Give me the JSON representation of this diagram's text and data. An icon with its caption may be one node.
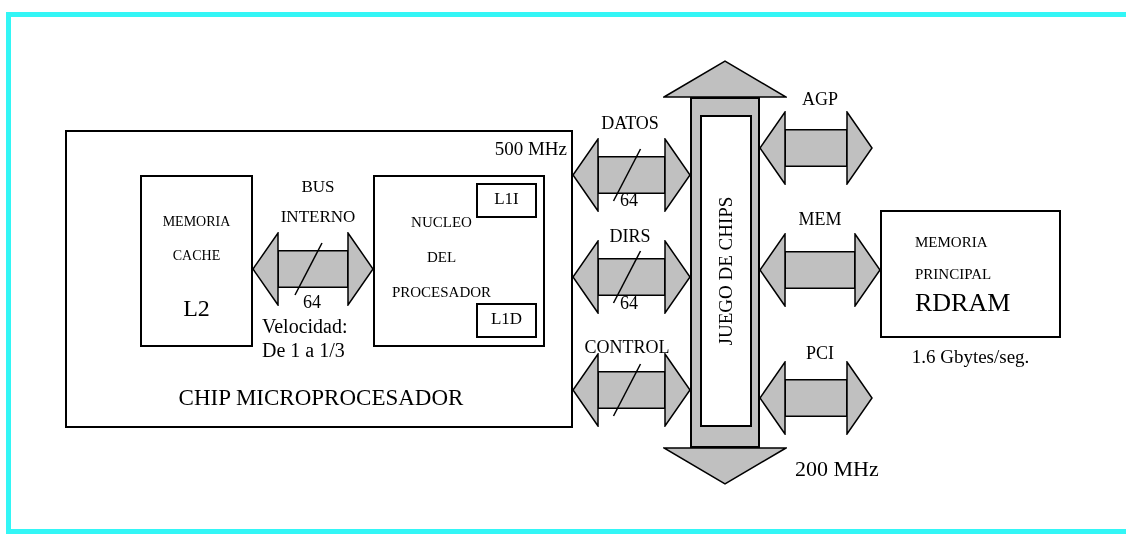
{
  "diagram": {
    "nodes": [
      {
        "text": [
          "500 MHz",
          "CHIP MICROPROCESADOR"
        ]
      },
      {
        "text": [
          "MEMORIA CACHE",
          "L2"
        ],
        "in": 0
      },
      {
        "text": [
          "NUCLEO DEL PROCESADOR"
        ],
        "in": 0
      },
      {
        "text": [
          "L1I"
        ],
        "in": 2
      },
      {
        "text": [
          "L1D"
        ],
        "in": 2
      },
      {
        "text": [
          "JUEGO DE CHIPS"
        ]
      },
      {
        "text": [
          "MEMORIA PRINCIPAL",
          "RDRAM"
        ],
        "beside": [
          "1.6 Gbytes/seg."
        ]
      }
    ],
    "edges": [
      {
        "from": 1,
        "to": 2,
        "arrow": "both",
        "label": "BUS INTERNO"
      },
      {
        "from": 0,
        "to": 5,
        "arrow": "both",
        "label": "DATOS"
      },
      {
        "from": 0,
        "to": 5,
        "arrow": "both",
        "label": "DIRS"
      },
      {
        "from": 0,
        "to": 5,
        "arrow": "both",
        "label": "CONTROL"
      },
      {
        "from": 5,
        "to": null,
        "arrow": "both",
        "label": "AGP"
      },
      {
        "from": 5,
        "to": 6,
        "arrow": "both",
        "label": "MEM"
      },
      {
        "from": 5,
        "to": null,
        "arrow": "both",
        "label": "PCI"
      },
      {
        "from": 5,
        "to": null,
        "arrow": "to"
      },
      {
        "from": 5,
        "to": null,
        "arrow": "to"
      }
    ],
    "labels": [
      "64",
      "Velocidad: De 1 a 1/3",
      "64",
      "64",
      "200 MHz"
    ]
  }
}
